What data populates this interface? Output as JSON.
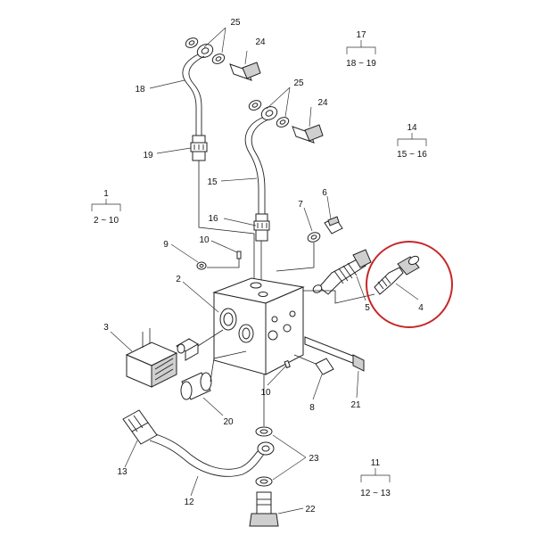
{
  "diagram": {
    "highlight_color": "#c62828",
    "line_color": "#222222",
    "labels": {
      "p2": "2",
      "p3": "3",
      "p4": "4",
      "p5": "5",
      "p6": "6",
      "p7": "7",
      "p8": "8",
      "p9": "9",
      "p10a": "10",
      "p10b": "10",
      "p12": "12",
      "p13": "13",
      "p15": "15",
      "p16": "16",
      "p18": "18",
      "p19": "19",
      "p20": "20",
      "p21": "21",
      "p22": "22",
      "p23": "23",
      "p24a": "24",
      "p24b": "24",
      "p25a": "25",
      "p25b": "25"
    },
    "groups": [
      {
        "id": "g1",
        "head": "1",
        "range": "2 ~ 10"
      },
      {
        "id": "g11",
        "head": "11",
        "range": "12 ~ 13"
      },
      {
        "id": "g14",
        "head": "14",
        "range": "15 ~ 16"
      },
      {
        "id": "g17",
        "head": "17",
        "range": "18 ~ 19"
      }
    ]
  }
}
